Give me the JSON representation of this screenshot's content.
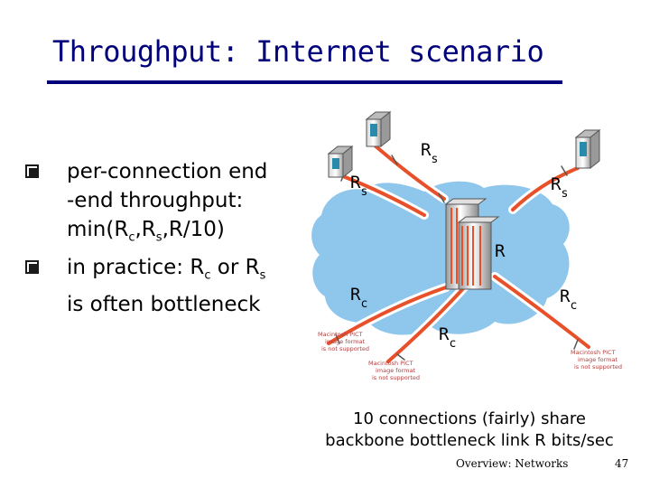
{
  "slide": {
    "title": "Throughput: Internet scenario",
    "bullets": [
      {
        "text_line1": "per-connection end",
        "text_line2": "-end throughput:",
        "text_line3_prefix": "min(R",
        "sub1": "c",
        "sep1": ",R",
        "sub2": "s",
        "text_line3_suffix": ",R/10)"
      },
      {
        "prefix": "in practice: R",
        "sub1": "c",
        "mid": " or R",
        "sub2": "s",
        "line2": "is often bottleneck"
      }
    ],
    "caption_line1": "10 connections (fairly) share",
    "caption_line2": "backbone bottleneck link R bits/sec",
    "footer": "Overview: Networks",
    "page_number": "47"
  },
  "diagram": {
    "server_link_label": "R",
    "server_link_sub": "s",
    "client_link_label": "R",
    "client_link_sub": "c",
    "backbone_label": "R",
    "placeholder_line1": "Macintosh PICT",
    "placeholder_line2": "image format",
    "placeholder_line3": "is not supported",
    "colors": {
      "cloud": "#8ec6ec",
      "link": "#e8502a",
      "title": "#00007a",
      "server": "#2a8aaa"
    },
    "icons": [
      "server-icon",
      "router-icon",
      "pict-placeholder-icon"
    ]
  }
}
